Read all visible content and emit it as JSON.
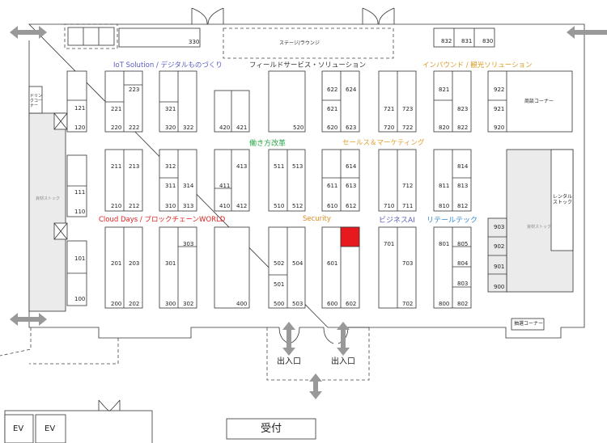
{
  "zones": {
    "iot": {
      "text": "IoT Solution / デジタルものづくり",
      "color": "#5b5bbf"
    },
    "field": {
      "text": "フィールドサービス・ソリューション",
      "color": "#333333"
    },
    "inbound": {
      "text": "インバウンド / 観光ソリューション",
      "color": "#d99a1e"
    },
    "workstyle": {
      "text": "働き方改革",
      "color": "#2aa84a"
    },
    "sales": {
      "text": "セールス＆マーケティング",
      "color": "#e0a030"
    },
    "cloud": {
      "text": "Cloud Days / ブロックチェーンWORLD",
      "color": "#e02020"
    },
    "security": {
      "text": "Security",
      "color": "#e08a20"
    },
    "bizai": {
      "text": "ビジネスAI",
      "color": "#6060c0"
    },
    "retail": {
      "text": "リテールテック",
      "color": "#3a8ad0"
    }
  },
  "facilities": {
    "stage": "ステージ/ラウンジ",
    "drink": "ドリンクコーナー",
    "storage_left": "資材ストック",
    "storage_right": "資材ストック",
    "rental": "レンタルストック",
    "shop": "商談コーナー",
    "smoking": "抽選コーナー",
    "entrance_left": "出入口",
    "entrance_right": "出入口",
    "reception": "受付",
    "ev1": "EV",
    "ev2": "EV"
  },
  "booths": [
    {
      "id": "b330",
      "label": "330"
    },
    {
      "id": "b832",
      "label": "832"
    },
    {
      "id": "b831",
      "label": "831"
    },
    {
      "id": "b830",
      "label": "830"
    },
    {
      "id": "b121",
      "label": "121"
    },
    {
      "id": "b120",
      "label": "120"
    },
    {
      "id": "b111",
      "label": "111"
    },
    {
      "id": "b110",
      "label": "110"
    },
    {
      "id": "b101",
      "label": "101"
    },
    {
      "id": "b100",
      "label": "100"
    },
    {
      "id": "b223",
      "label": "223"
    },
    {
      "id": "b221",
      "label": "221"
    },
    {
      "id": "b220",
      "label": "220"
    },
    {
      "id": "b222",
      "label": "222"
    },
    {
      "id": "b211",
      "label": "211"
    },
    {
      "id": "b213",
      "label": "213"
    },
    {
      "id": "b210",
      "label": "210"
    },
    {
      "id": "b212",
      "label": "212"
    },
    {
      "id": "b201",
      "label": "201"
    },
    {
      "id": "b203",
      "label": "203"
    },
    {
      "id": "b200",
      "label": "200"
    },
    {
      "id": "b202",
      "label": "202"
    },
    {
      "id": "b321",
      "label": "321"
    },
    {
      "id": "b320",
      "label": "320"
    },
    {
      "id": "b322",
      "label": "322"
    },
    {
      "id": "b312",
      "label": "312"
    },
    {
      "id": "b311",
      "label": "311"
    },
    {
      "id": "b314",
      "label": "314"
    },
    {
      "id": "b310",
      "label": "310"
    },
    {
      "id": "b313",
      "label": "313"
    },
    {
      "id": "b303",
      "label": "303"
    },
    {
      "id": "b301",
      "label": "301"
    },
    {
      "id": "b300",
      "label": "300"
    },
    {
      "id": "b302",
      "label": "302"
    },
    {
      "id": "b420",
      "label": "420"
    },
    {
      "id": "b421",
      "label": "421"
    },
    {
      "id": "b413",
      "label": "413"
    },
    {
      "id": "b411",
      "label": "411"
    },
    {
      "id": "b410",
      "label": "410"
    },
    {
      "id": "b412",
      "label": "412"
    },
    {
      "id": "b400",
      "label": "400"
    },
    {
      "id": "b520",
      "label": "520"
    },
    {
      "id": "b511",
      "label": "511"
    },
    {
      "id": "b513",
      "label": "513"
    },
    {
      "id": "b510",
      "label": "510"
    },
    {
      "id": "b512",
      "label": "512"
    },
    {
      "id": "b502",
      "label": "502"
    },
    {
      "id": "b504",
      "label": "504"
    },
    {
      "id": "b501",
      "label": "501"
    },
    {
      "id": "b500",
      "label": "500"
    },
    {
      "id": "b503",
      "label": "503"
    },
    {
      "id": "b622",
      "label": "622"
    },
    {
      "id": "b624",
      "label": "624"
    },
    {
      "id": "b621",
      "label": "621"
    },
    {
      "id": "b620",
      "label": "620"
    },
    {
      "id": "b623",
      "label": "623"
    },
    {
      "id": "b614",
      "label": "614"
    },
    {
      "id": "b611",
      "label": "611"
    },
    {
      "id": "b613",
      "label": "613"
    },
    {
      "id": "b610",
      "label": "610"
    },
    {
      "id": "b612",
      "label": "612"
    },
    {
      "id": "b601",
      "label": "601"
    },
    {
      "id": "b600",
      "label": "600"
    },
    {
      "id": "b602",
      "label": "602"
    },
    {
      "id": "b721",
      "label": "721"
    },
    {
      "id": "b723",
      "label": "723"
    },
    {
      "id": "b720",
      "label": "720"
    },
    {
      "id": "b722",
      "label": "722"
    },
    {
      "id": "b712",
      "label": "712"
    },
    {
      "id": "b710",
      "label": "710"
    },
    {
      "id": "b711",
      "label": "711"
    },
    {
      "id": "b701",
      "label": "701"
    },
    {
      "id": "b703",
      "label": "703"
    },
    {
      "id": "b702",
      "label": "702"
    },
    {
      "id": "b821",
      "label": "821"
    },
    {
      "id": "b823",
      "label": "823"
    },
    {
      "id": "b820",
      "label": "820"
    },
    {
      "id": "b822",
      "label": "822"
    },
    {
      "id": "b814",
      "label": "814"
    },
    {
      "id": "b811",
      "label": "811"
    },
    {
      "id": "b813",
      "label": "813"
    },
    {
      "id": "b810",
      "label": "810"
    },
    {
      "id": "b812",
      "label": "812"
    },
    {
      "id": "b801",
      "label": "801"
    },
    {
      "id": "b805",
      "label": "805"
    },
    {
      "id": "b804",
      "label": "804"
    },
    {
      "id": "b803",
      "label": "803"
    },
    {
      "id": "b800",
      "label": "800"
    },
    {
      "id": "b802",
      "label": "802"
    },
    {
      "id": "b922",
      "label": "922"
    },
    {
      "id": "b921",
      "label": "921"
    },
    {
      "id": "b920",
      "label": "920"
    },
    {
      "id": "b903",
      "label": "903"
    },
    {
      "id": "b902",
      "label": "902"
    },
    {
      "id": "b901",
      "label": "901"
    },
    {
      "id": "b900",
      "label": "900"
    }
  ],
  "highlight_color": "#e8191e"
}
